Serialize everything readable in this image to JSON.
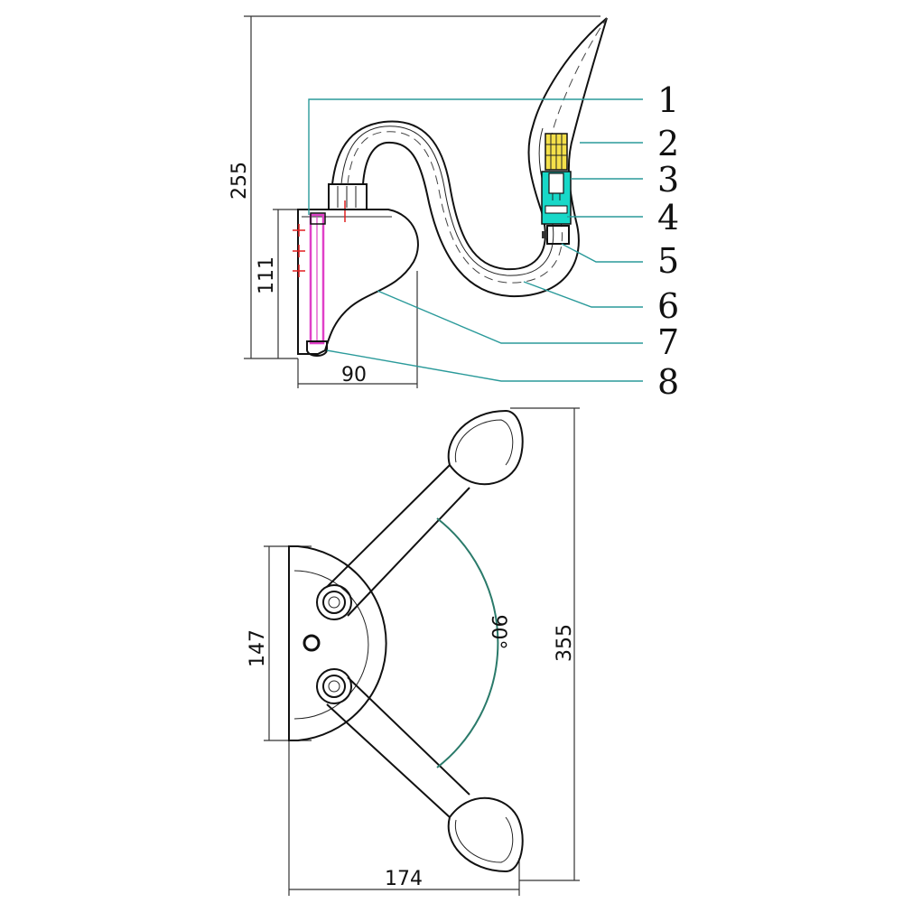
{
  "side_view": {
    "dimensions": {
      "height_overall": "255",
      "height_base": "111",
      "width_base": "90"
    },
    "callouts": [
      "1",
      "2",
      "3",
      "4",
      "5",
      "6",
      "7",
      "8"
    ]
  },
  "top_view": {
    "dimensions": {
      "base_height": "147",
      "length_overall": "355",
      "width_overall": "174",
      "angle": "90°"
    }
  },
  "colors": {
    "leader": "#2a9a9a",
    "pink_rod": "#e040c8",
    "cyan_block": "#18d8c8",
    "bulb_yellow": "#f4e04a",
    "red_marks": "#e02020"
  }
}
